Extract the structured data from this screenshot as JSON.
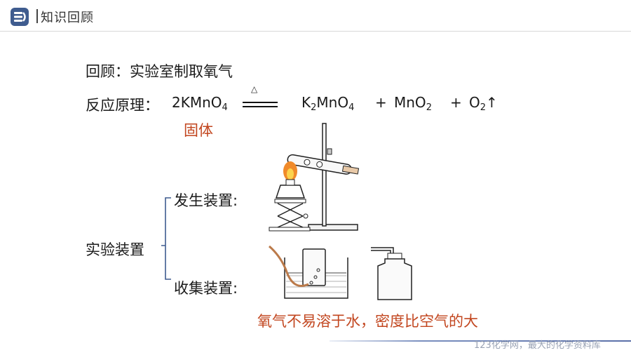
{
  "header": {
    "title": "知识回顾",
    "icon": "slides-logo-icon",
    "icon_color": "#3f5c8f"
  },
  "review_title": "回顾：实验室制取氧气",
  "reaction": {
    "label": "反应原理：",
    "reactant": "2KMnO",
    "reactant_sub": "4",
    "heat_symbol": "△",
    "p1": "K",
    "p1_sub": "2",
    "p1b": "MnO",
    "p1b_sub": "4",
    "plus1": "+",
    "p2": "MnO",
    "p2_sub": "2",
    "plus2": "+",
    "p3": "O",
    "p3_sub": "2",
    "gas_arrow": "↑",
    "solid_note": "固体"
  },
  "apparatus": {
    "main_label": "实验装置",
    "generation_label": "发生装置:",
    "collection_label": "收集装置:",
    "note": "氧气不易溶于水，密度比空气的大",
    "bracket_color": "#3f5c8f",
    "note_color": "#c2461f"
  },
  "footer": {
    "watermark": "123化学网，最大的化学资料库"
  }
}
